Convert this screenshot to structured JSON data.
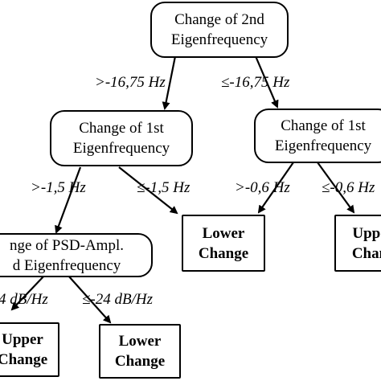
{
  "nodes": {
    "root": {
      "lines": [
        "Change of 2nd",
        "Eigenfrequency"
      ]
    },
    "left1": {
      "lines": [
        "Change of 1st",
        "Eigenfrequency"
      ]
    },
    "right1": {
      "lines": [
        "Change of 1st",
        "Eigenfrequency"
      ]
    },
    "psd": {
      "lines": [
        "nge of PSD-Ampl.",
        "d Eigenfrequency"
      ]
    },
    "lower_mid": {
      "lines": [
        "Lower",
        "Change"
      ]
    },
    "upper_right": {
      "lines": [
        "Uppe",
        "Chan"
      ]
    },
    "upper_bottom": {
      "lines": [
        "Upper",
        "Change"
      ]
    },
    "lower_bottom": {
      "lines": [
        "Lower",
        "Change"
      ]
    }
  },
  "edge_labels": {
    "root_left": ">-16,75 Hz",
    "root_right": "≤-16,75 Hz",
    "left1_left": ">-1,5 Hz",
    "left1_right": "≤-1,5 Hz",
    "right1_left": ">-0,6 Hz",
    "right1_right": "≤-0,6 Hz",
    "psd_left": "4 dB/Hz",
    "psd_right": "≤-24 dB/Hz"
  }
}
